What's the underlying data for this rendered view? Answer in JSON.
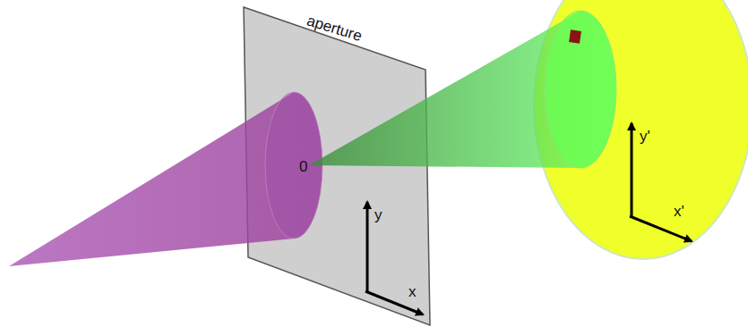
{
  "diagram": {
    "labels": [
      "aperture",
      "0",
      "x",
      "y",
      "x'",
      "y'"
    ]
  }
}
